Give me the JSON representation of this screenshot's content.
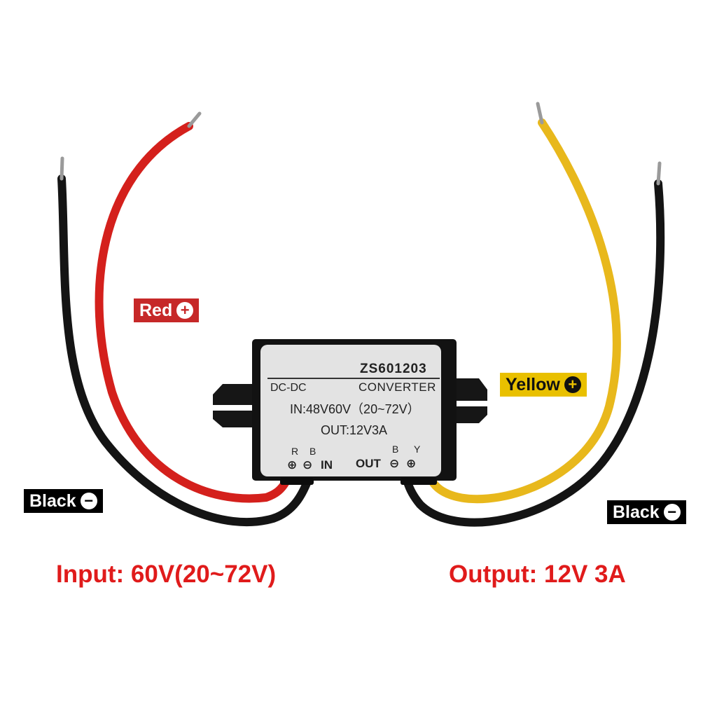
{
  "labels": {
    "red": {
      "text": "Red",
      "sign": "+"
    },
    "yellow": {
      "text": "Yellow",
      "sign": "+"
    },
    "black_left": {
      "text": "Black",
      "sign": "−"
    },
    "black_right": {
      "text": "Black",
      "sign": "−"
    }
  },
  "captions": {
    "input": "Input: 60V(20~72V)",
    "output": "Output: 12V 3A"
  },
  "converter": {
    "model": "ZS601203",
    "type_left": "DC-DC",
    "type_right": "CONVERTER",
    "input_spec": "IN:48V60V（20~72V）",
    "output_spec": "OUT:12V3A",
    "in_pins": "R B",
    "out_pins": "B Y",
    "in_marker": "IN",
    "out_marker": "OUT"
  },
  "colors": {
    "wire_red": "#d4201c",
    "wire_yellow": "#e8b81c",
    "wire_black": "#1a1a1a",
    "caption": "#e01b1b"
  }
}
